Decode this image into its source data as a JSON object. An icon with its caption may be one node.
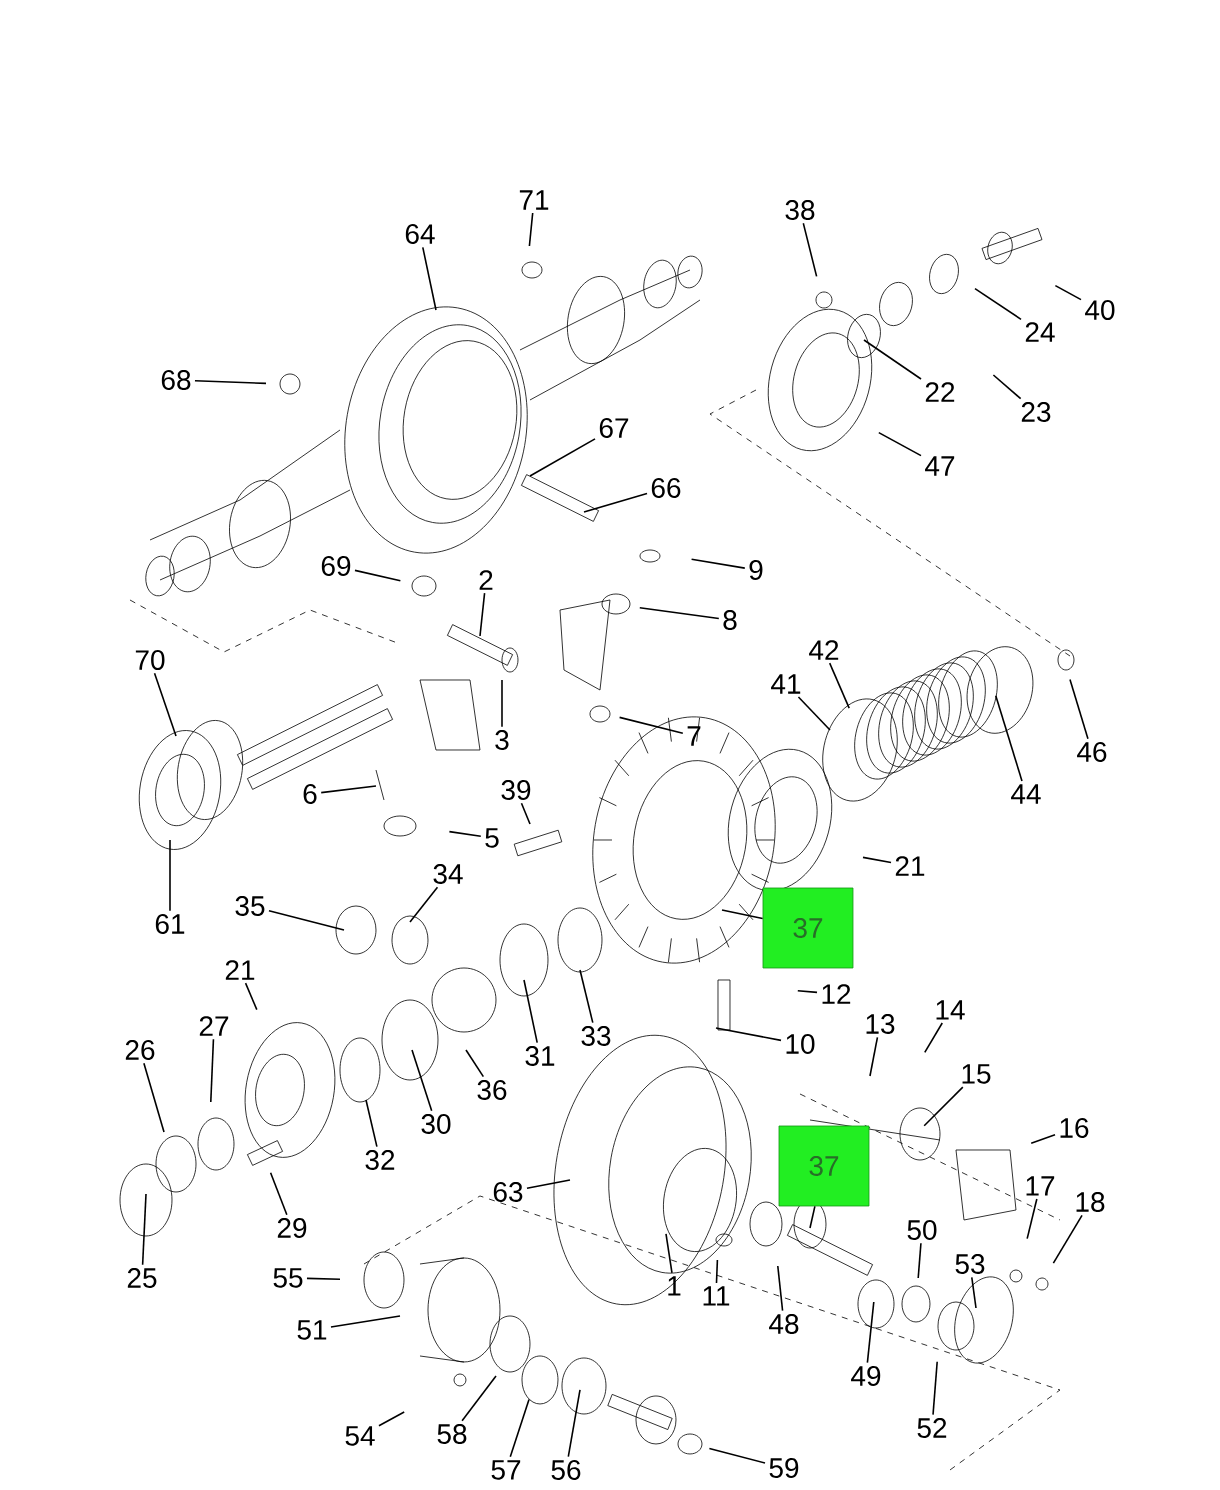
{
  "diagram": {
    "nodes": [
      {
        "text": [
          "71"
        ]
      },
      {
        "text": [
          "64"
        ]
      },
      {
        "text": [
          "38"
        ]
      },
      {
        "text": [
          "40"
        ]
      },
      {
        "text": [
          "24"
        ]
      },
      {
        "text": [
          "23"
        ]
      },
      {
        "text": [
          "22"
        ]
      },
      {
        "text": [
          "68"
        ]
      },
      {
        "text": [
          "47"
        ]
      },
      {
        "text": [
          "67"
        ]
      },
      {
        "text": [
          "66"
        ]
      },
      {
        "text": [
          "9"
        ]
      },
      {
        "text": [
          "69"
        ]
      },
      {
        "text": [
          "2"
        ]
      },
      {
        "text": [
          "8"
        ]
      },
      {
        "text": [
          "70"
        ]
      },
      {
        "text": [
          "42"
        ]
      },
      {
        "text": [
          "41"
        ]
      },
      {
        "text": [
          "46"
        ]
      },
      {
        "text": [
          "3"
        ]
      },
      {
        "text": [
          "7"
        ]
      },
      {
        "text": [
          "44"
        ]
      },
      {
        "text": [
          "6"
        ]
      },
      {
        "text": [
          "39"
        ]
      },
      {
        "text": [
          "5"
        ]
      },
      {
        "text": [
          "21"
        ]
      },
      {
        "text": [
          "61"
        ]
      },
      {
        "text": [
          "35"
        ]
      },
      {
        "text": [
          "34"
        ]
      },
      {
        "text": [
          "37"
        ]
      },
      {
        "text": [
          "12"
        ]
      },
      {
        "text": [
          "14"
        ]
      },
      {
        "text": [
          "21"
        ]
      },
      {
        "text": [
          "26"
        ]
      },
      {
        "text": [
          "27"
        ]
      },
      {
        "text": [
          "33"
        ]
      },
      {
        "text": [
          "10"
        ]
      },
      {
        "text": [
          "13"
        ]
      },
      {
        "text": [
          "15"
        ]
      },
      {
        "text": [
          "31"
        ]
      },
      {
        "text": [
          "36"
        ]
      },
      {
        "text": [
          "30"
        ]
      },
      {
        "text": [
          "16"
        ]
      },
      {
        "text": [
          "32"
        ]
      },
      {
        "text": [
          "37"
        ]
      },
      {
        "text": [
          "17"
        ]
      },
      {
        "text": [
          "18"
        ]
      },
      {
        "text": [
          "29"
        ]
      },
      {
        "text": [
          "63"
        ]
      },
      {
        "text": [
          "50"
        ]
      },
      {
        "text": [
          "25"
        ]
      },
      {
        "text": [
          "53"
        ]
      },
      {
        "text": [
          "55"
        ]
      },
      {
        "text": [
          "1"
        ]
      },
      {
        "text": [
          "11"
        ]
      },
      {
        "text": [
          "48"
        ]
      },
      {
        "text": [
          "51"
        ]
      },
      {
        "text": [
          "49"
        ]
      },
      {
        "text": [
          "52"
        ]
      },
      {
        "text": [
          "54"
        ]
      },
      {
        "text": [
          "58"
        ]
      },
      {
        "text": [
          "59"
        ]
      },
      {
        "text": [
          "57"
        ]
      },
      {
        "text": [
          "56"
        ]
      }
    ],
    "edges": [
      {
        "from": 0,
        "to": null,
        "arrow": "none"
      },
      {
        "from": 1,
        "to": null,
        "arrow": "none"
      },
      {
        "from": 2,
        "to": null,
        "arrow": "none"
      },
      {
        "from": 3,
        "to": null,
        "arrow": "none"
      },
      {
        "from": 4,
        "to": null,
        "arrow": "none"
      },
      {
        "from": 5,
        "to": null,
        "arrow": "none"
      },
      {
        "from": 6,
        "to": null,
        "arrow": "none"
      },
      {
        "from": 7,
        "to": null,
        "arrow": "none"
      },
      {
        "from": 8,
        "to": null,
        "arrow": "none"
      },
      {
        "from": 9,
        "to": null,
        "arrow": "none"
      },
      {
        "from": 10,
        "to": null,
        "arrow": "none"
      },
      {
        "from": 11,
        "to": null,
        "arrow": "none"
      },
      {
        "from": 12,
        "to": null,
        "arrow": "none"
      },
      {
        "from": 13,
        "to": null,
        "arrow": "none"
      },
      {
        "from": 14,
        "to": null,
        "arrow": "none"
      },
      {
        "from": 15,
        "to": null,
        "arrow": "none"
      },
      {
        "from": 16,
        "to": null,
        "arrow": "none"
      },
      {
        "from": 17,
        "to": null,
        "arrow": "none"
      },
      {
        "from": 18,
        "to": null,
        "arrow": "none"
      },
      {
        "from": 19,
        "to": null,
        "arrow": "none"
      },
      {
        "from": 20,
        "to": null,
        "arrow": "none"
      },
      {
        "from": 21,
        "to": null,
        "arrow": "none"
      },
      {
        "from": 22,
        "to": null,
        "arrow": "none"
      },
      {
        "from": 23,
        "to": null,
        "arrow": "none"
      },
      {
        "from": 24,
        "to": null,
        "arrow": "none"
      },
      {
        "from": 25,
        "to": null,
        "arrow": "none"
      },
      {
        "from": 26,
        "to": null,
        "arrow": "none"
      },
      {
        "from": 27,
        "to": null,
        "arrow": "none"
      },
      {
        "from": 28,
        "to": null,
        "arrow": "none"
      },
      {
        "from": 29,
        "to": null,
        "arrow": "none"
      },
      {
        "from": 30,
        "to": null,
        "arrow": "none"
      },
      {
        "from": 31,
        "to": null,
        "arrow": "none"
      },
      {
        "from": 32,
        "to": null,
        "arrow": "none"
      },
      {
        "from": 33,
        "to": null,
        "arrow": "none"
      },
      {
        "from": 34,
        "to": null,
        "arrow": "none"
      },
      {
        "from": 35,
        "to": null,
        "arrow": "none"
      },
      {
        "from": 36,
        "to": null,
        "arrow": "none"
      },
      {
        "from": 37,
        "to": null,
        "arrow": "none"
      },
      {
        "from": 38,
        "to": null,
        "arrow": "none"
      },
      {
        "from": 39,
        "to": null,
        "arrow": "none"
      },
      {
        "from": 40,
        "to": null,
        "arrow": "none"
      },
      {
        "from": 41,
        "to": null,
        "arrow": "none"
      },
      {
        "from": 42,
        "to": null,
        "arrow": "none"
      },
      {
        "from": 43,
        "to": null,
        "arrow": "none"
      },
      {
        "from": 44,
        "to": null,
        "arrow": "none"
      },
      {
        "from": 45,
        "to": null,
        "arrow": "none"
      },
      {
        "from": 46,
        "to": null,
        "arrow": "none"
      },
      {
        "from": 47,
        "to": null,
        "arrow": "none"
      },
      {
        "from": 48,
        "to": null,
        "arrow": "none"
      },
      {
        "from": 49,
        "to": null,
        "arrow": "none"
      },
      {
        "from": 50,
        "to": null,
        "arrow": "none"
      },
      {
        "from": 51,
        "to": null,
        "arrow": "none"
      },
      {
        "from": 52,
        "to": null,
        "arrow": "none"
      },
      {
        "from": 53,
        "to": null,
        "arrow": "none"
      },
      {
        "from": 54,
        "to": null,
        "arrow": "none"
      },
      {
        "from": 55,
        "to": null,
        "arrow": "none"
      },
      {
        "from": 56,
        "to": null,
        "arrow": "none"
      },
      {
        "from": 57,
        "to": null,
        "arrow": "none"
      },
      {
        "from": 58,
        "to": null,
        "arrow": "none"
      },
      {
        "from": 59,
        "to": null,
        "arrow": "none"
      },
      {
        "from": 60,
        "to": null,
        "arrow": "none"
      },
      {
        "from": 61,
        "to": null,
        "arrow": "none"
      },
      {
        "from": 62,
        "to": null,
        "arrow": "none"
      },
      {
        "from": 63,
        "to": null,
        "arrow": "none"
      }
    ]
  }
}
